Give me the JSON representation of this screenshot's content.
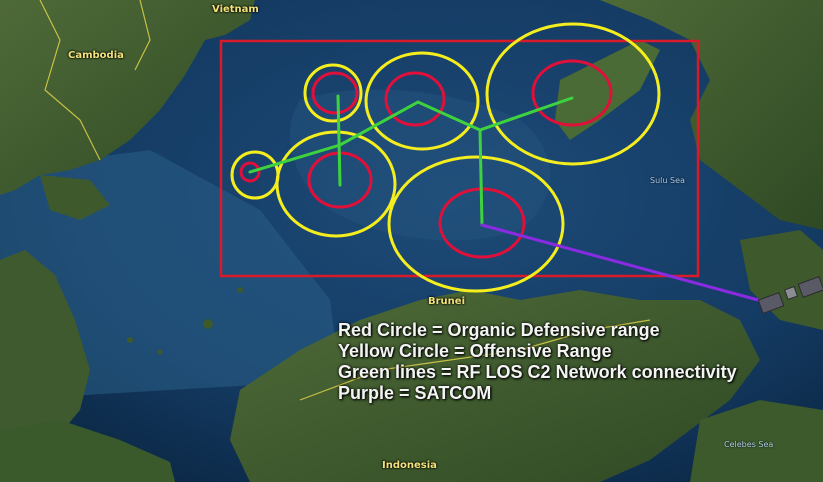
{
  "map": {
    "places": {
      "vietnam": "Vietnam",
      "cambodia": "Cambodia",
      "brunei": "Brunei",
      "indonesia": "Indonesia",
      "sulu_sea": "Sulu Sea",
      "celebes_sea": "Celebes Sea"
    },
    "legend": [
      "Red Circle = Organic Defensive range",
      "Yellow Circle = Offensive Range",
      "Green lines = RF LOS C2 Network connectivity",
      "Purple = SATCOM"
    ],
    "colors": {
      "defensive_range": "#e0103a",
      "offensive_range": "#f5ee1e",
      "rf_los_c2": "#3ed33e",
      "satcom": "#8a2be2",
      "area_box": "#d81a2a"
    }
  }
}
